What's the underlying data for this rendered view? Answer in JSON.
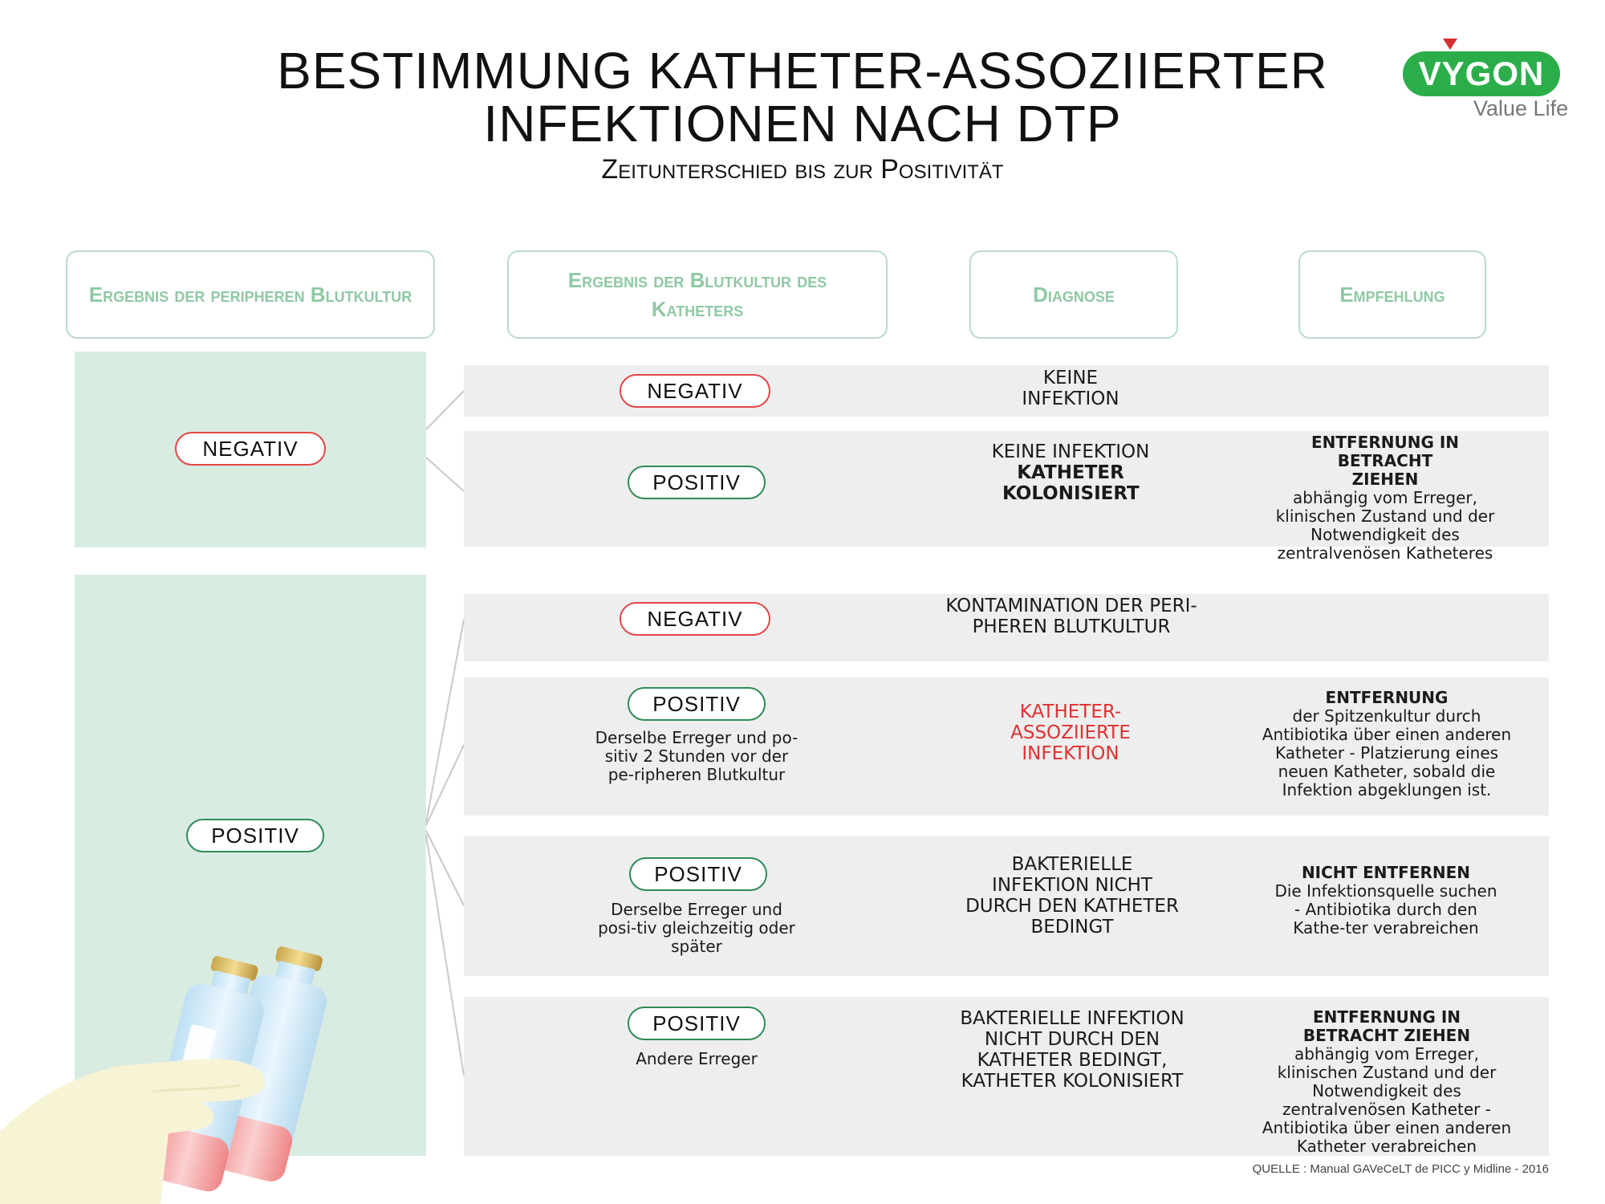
{
  "header": {
    "title_line1": "BESTIMMUNG KATHETER-ASSOZIIERTER",
    "title_line2": "INFEKTIONEN NACH DTP",
    "subtitle": "Zeitunterschied bis zur Positivität"
  },
  "logo": {
    "brand": "VYGON",
    "tagline": "Value Life"
  },
  "columns": {
    "peripheral": "Ergebnis der peripheren Blutkultur",
    "catheter": "Ergebnis der Blutkultur des Katheters",
    "diagnosis": "Diagnose",
    "recommendation": "Empfehlung"
  },
  "peripheral": {
    "negative": "NEGATIV",
    "positive": "POSITIV"
  },
  "rows": [
    {
      "catheter": "NEGATIV",
      "note": "",
      "diagnosis_plain": "KEINE INFEKTION",
      "diagnosis_bold": "",
      "rec_head": "",
      "rec_body": ""
    },
    {
      "catheter": "POSITIV",
      "note": "",
      "diagnosis_plain": "KEINE INFEKTION",
      "diagnosis_bold": "KATHETER KOLONISIERT",
      "rec_head": "ENTFERNUNG IN BETRACHT ZIEHEN",
      "rec_body": "abhängig vom Erreger, klinischen Zustand und der Notwendigkeit des zentralvenösen Katheteres"
    },
    {
      "catheter": "NEGATIV",
      "note": "",
      "diagnosis_plain": "KONTAMINATION DER PERI-PHEREN BLUTKULTUR",
      "diagnosis_bold": "",
      "rec_head": "",
      "rec_body": ""
    },
    {
      "catheter": "POSITIV",
      "note": "Derselbe Erreger und po-sitiv 2 Stunden vor der pe-ripheren Blutkultur",
      "diagnosis_plain": "KATHETER-ASSOZIIERTE INFEKTION",
      "diagnosis_bold": "",
      "rec_head": "ENTFERNUNG",
      "rec_body": "der Spitzenkultur durch Antibiotika über einen anderen Katheter - Platzierung eines neuen Katheter, sobald die Infektion abgeklungen ist."
    },
    {
      "catheter": "POSITIV",
      "note": "Derselbe Erreger und posi-tiv gleichzeitig oder später",
      "diagnosis_plain": "BAKTERIELLE INFEKTION NICHT DURCH DEN KATHETER BEDINGT",
      "diagnosis_bold": "",
      "rec_head": "NICHT ENTFERNEN",
      "rec_body": "Die Infektionsquelle suchen - Antibiotika durch den Kathe-ter verabreichen"
    },
    {
      "catheter": "POSITIV",
      "note": "Andere Erreger",
      "diagnosis_plain": "BAKTERIELLE INFEKTION NICHT DURCH DEN KATHETER BEDINGT, KATHETER KOLONISIERT",
      "diagnosis_bold": "",
      "rec_head": "ENTFERNUNG IN BETRACHT ZIEHEN",
      "rec_body": "abhängig vom Erreger, klinischen Zustand und der Notwendigkeit des zentralvenösen Katheter - Antibiotika über einen anderen Katheter verabreichen"
    }
  ],
  "source": "QUELLE : Manual GAVeCeLT de PICC y Midline - 2016",
  "colors": {
    "accent_green": "#2bae4a",
    "pill_positive": "#2e8b57",
    "pill_negative": "#e24646",
    "box_green": "#d9ece2",
    "row_grey": "#eeeeee",
    "diagnosis_red": "#e03030"
  },
  "icons": {
    "illustration": "hand-holding-blood-culture-bottles-icon"
  }
}
